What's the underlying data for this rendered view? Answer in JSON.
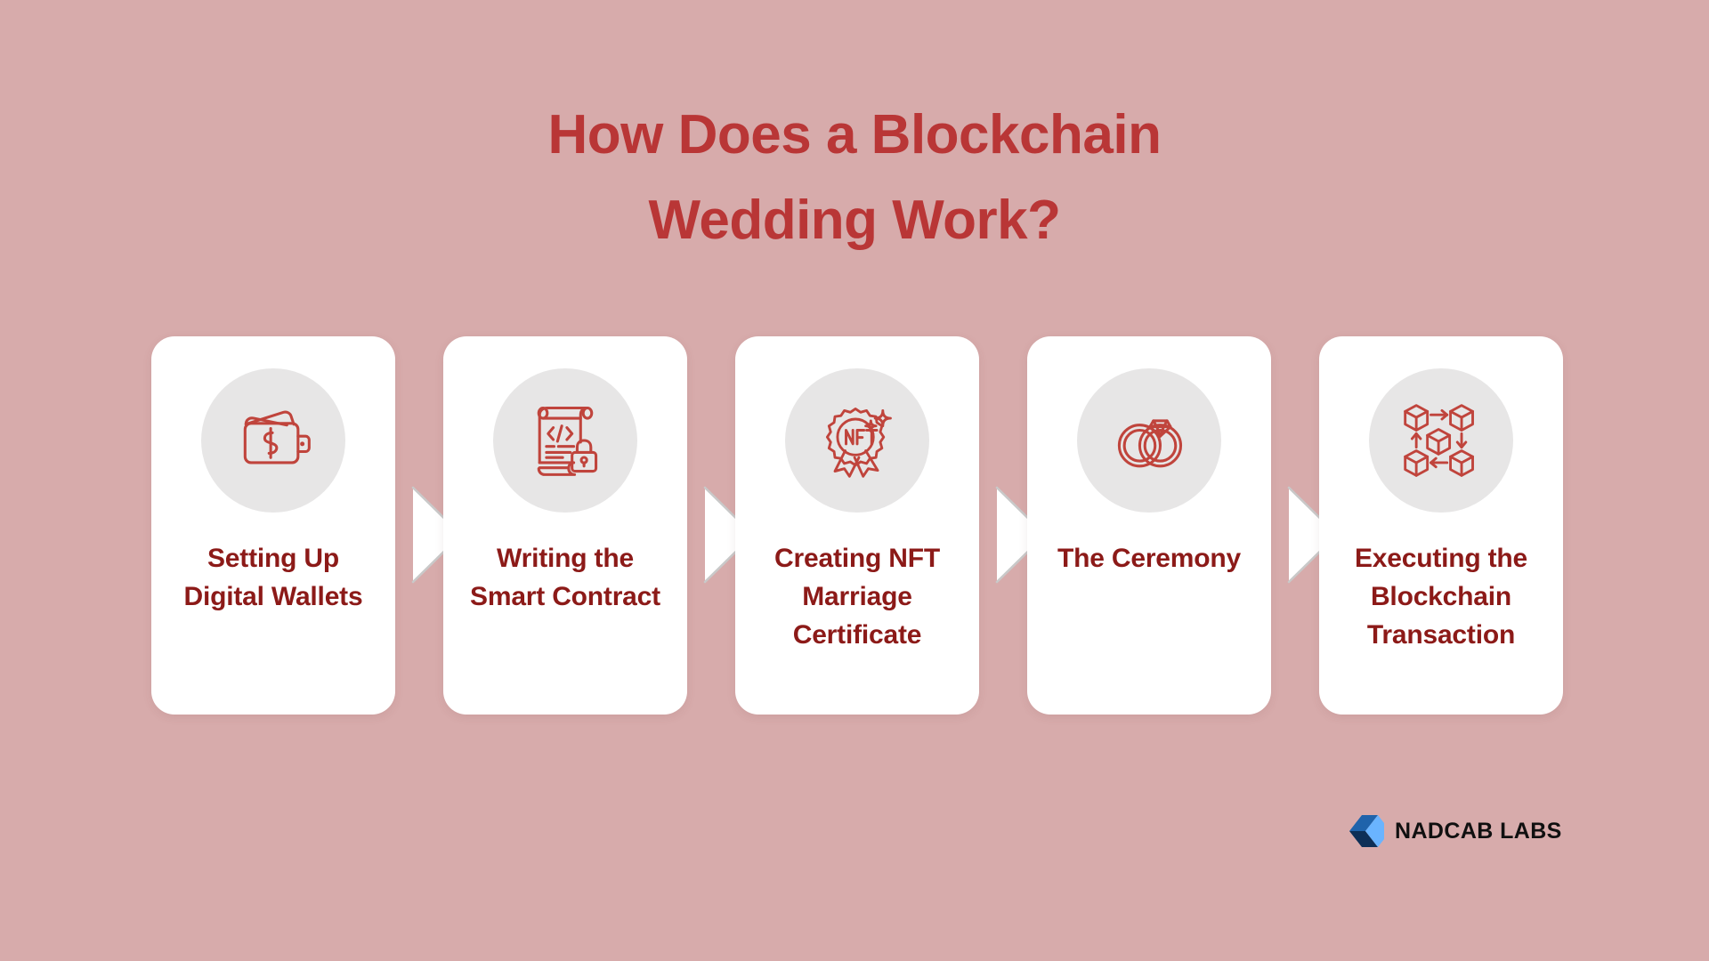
{
  "page": {
    "background_color": "#d7abab",
    "title_color": "#b93636",
    "label_color": "#8c1a18",
    "card_color": "#ffffff",
    "icon_circle_color": "#e7e6e6",
    "icon_stroke_color": "#c0443c",
    "connector_color": "#ffffff",
    "connector_outline_color": "#c9c9c9"
  },
  "title": {
    "line1": "How Does a Blockchain",
    "line2": "Wedding Work?"
  },
  "steps": [
    {
      "index": 1,
      "label": "Setting Up Digital Wallets",
      "label_lines": [
        "Setting Up",
        "Digital",
        "Wallets"
      ],
      "icon": "wallet-icon"
    },
    {
      "index": 2,
      "label": "Writing the Smart Contract",
      "label_lines": [
        "Writing the",
        "Smart",
        "Contract"
      ],
      "icon": "smart-contract-scroll-lock-icon"
    },
    {
      "index": 3,
      "label": "Creating NFT Marriage Certificate",
      "label_lines": [
        "Creating NFT",
        "Marriage",
        "Certificate"
      ],
      "icon": "nft-badge-icon",
      "icon_text": "NFT"
    },
    {
      "index": 4,
      "label": "The Ceremony",
      "label_lines": [
        "The",
        "Ceremony"
      ],
      "icon": "wedding-rings-icon"
    },
    {
      "index": 5,
      "label": "Executing the Blockchain Transaction",
      "label_lines": [
        "Executing the",
        "Blockchain",
        "Transaction"
      ],
      "icon": "blockchain-network-icon"
    }
  ],
  "connectors": [
    {
      "icon": "chevron-right-icon"
    },
    {
      "icon": "chevron-right-icon"
    },
    {
      "icon": "chevron-right-icon"
    },
    {
      "icon": "chevron-right-icon"
    }
  ],
  "logo": {
    "text": "NADCAB LABS",
    "mark": "nadcab-chevron-logo-icon",
    "mark_colors": [
      "#1f63ab",
      "#0d2f57",
      "#6ab4ff"
    ]
  }
}
